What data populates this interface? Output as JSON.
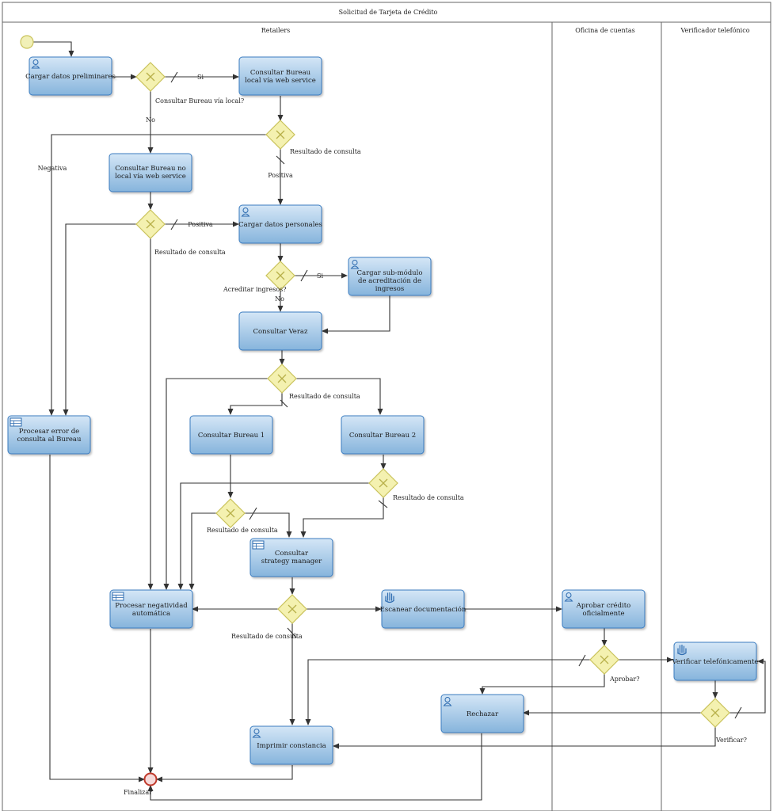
{
  "pool": {
    "title": "Solicitud de Tarjeta de Crédito"
  },
  "lanes": [
    {
      "id": "retailers",
      "title": "Retailers"
    },
    {
      "id": "oficina",
      "title": "Oficina de cuentas"
    },
    {
      "id": "verificador",
      "title": "Verificador telefónico"
    }
  ],
  "tasks": {
    "cargar_prelim": {
      "label": "Cargar datos preliminares",
      "icon": "user-icon"
    },
    "bureau_local": {
      "label": "Consultar Bureau local vía web service",
      "icon": ""
    },
    "bureau_nolocal": {
      "label": "Consultar Bureau no local vía web service",
      "icon": ""
    },
    "datos_personales": {
      "label": "Cargar datos personales",
      "icon": "user-icon"
    },
    "submodulo": {
      "label": "Cargar sub-módulo de acreditación de ingresos",
      "icon": "user-icon"
    },
    "veraz": {
      "label": "Consultar Veraz",
      "icon": ""
    },
    "procesar_error": {
      "label": "Procesar error de consulta al Bureau",
      "icon": "table-icon"
    },
    "bureau1": {
      "label": "Consultar Bureau 1",
      "icon": ""
    },
    "bureau2": {
      "label": "Consultar Bureau 2",
      "icon": ""
    },
    "strategy": {
      "label": "Consultar strategy manager",
      "icon": "table-icon"
    },
    "negatividad": {
      "label": "Procesar negatividad automática",
      "icon": "table-icon"
    },
    "escanear": {
      "label": "Escanear documentación",
      "icon": "hand-icon"
    },
    "aprobar": {
      "label": "Aprobar crédito oficialmente",
      "icon": "user-icon"
    },
    "verificar": {
      "label": "Verificar telefónicamente",
      "icon": "hand-icon"
    },
    "rechazar": {
      "label": "Rechazar",
      "icon": "user-icon"
    },
    "imprimir": {
      "label": "Imprimir constancia",
      "icon": "user-icon"
    }
  },
  "gateways": {
    "g1": "Consultar Bureau vía local?",
    "g2": "Resultado de consulta",
    "g3": "Resultado de consulta",
    "g4": "Acreditar ingresos?",
    "g5": "Resultado de consulta",
    "g6": "Resultado de consulta",
    "g7": "Resultado de consulta",
    "g8": "Resultado de consulta",
    "g9": "Aprobar?",
    "g10": "Verificar?"
  },
  "flow_labels": {
    "si_1": "Si",
    "no_1": "No",
    "negativa": "Negativa",
    "positiva_1": "Positiva",
    "positiva_2": "Positiva",
    "si_2": "Si",
    "no_2": "No"
  },
  "end_event": {
    "label": "Finalizar"
  },
  "colors": {
    "task_fill_top": "#cfe3f5",
    "task_fill_bottom": "#8ab8df",
    "task_stroke": "#3a7cc0",
    "gateway_fill": "#f4f1b0",
    "gateway_stroke": "#c9c25a",
    "start_fill": "#f1f0b8",
    "end_stroke": "#c0392b",
    "line": "#333333"
  }
}
